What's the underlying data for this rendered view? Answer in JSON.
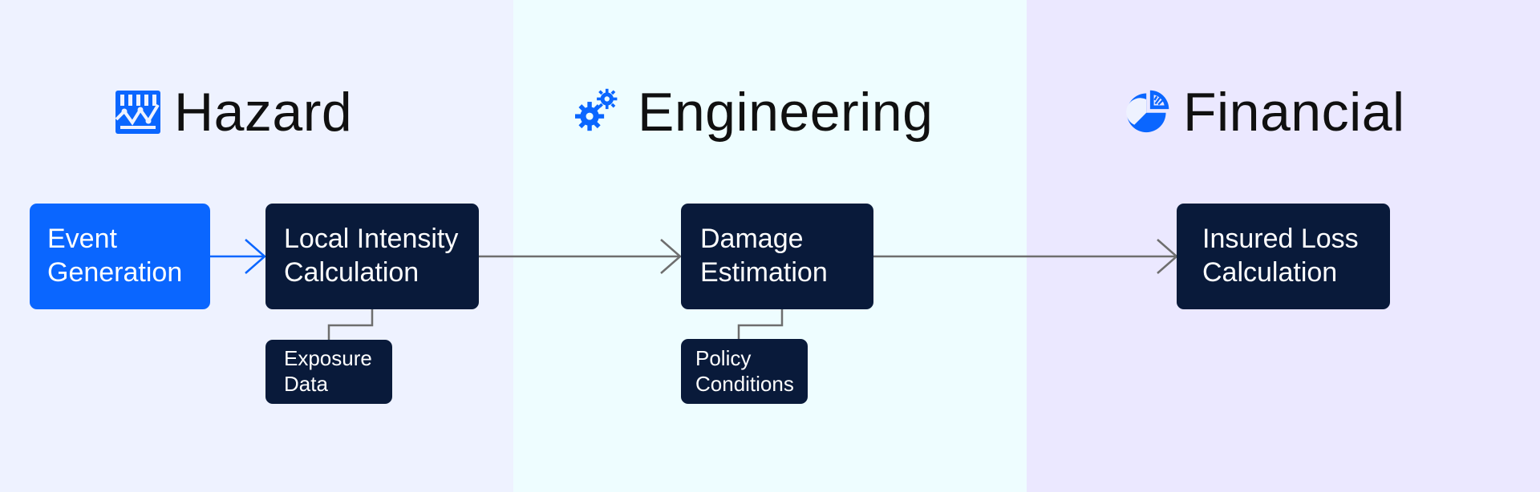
{
  "colors": {
    "hazard_bg": "#eef2ff",
    "engineering_bg": "#eefdff",
    "financial_bg": "#ebe8ff",
    "accent": "#0a66ff",
    "node_dark": "#091a3a",
    "arrow_gray": "#6e6e6e"
  },
  "sections": {
    "hazard": {
      "title": "Hazard",
      "icon": "seismograph-chart-icon"
    },
    "engineering": {
      "title": "Engineering",
      "icon": "gears-icon"
    },
    "financial": {
      "title": "Financial",
      "icon": "pie-chart-icon"
    }
  },
  "nodes": {
    "event_generation": "Event\nGeneration",
    "local_intensity": "Local Intensity\nCalculation",
    "exposure_data": "Exposure\nData",
    "damage_estimation": "Damage\nEstimation",
    "policy_conditions": "Policy\nConditions",
    "insured_loss": "Insured Loss\nCalculation"
  }
}
